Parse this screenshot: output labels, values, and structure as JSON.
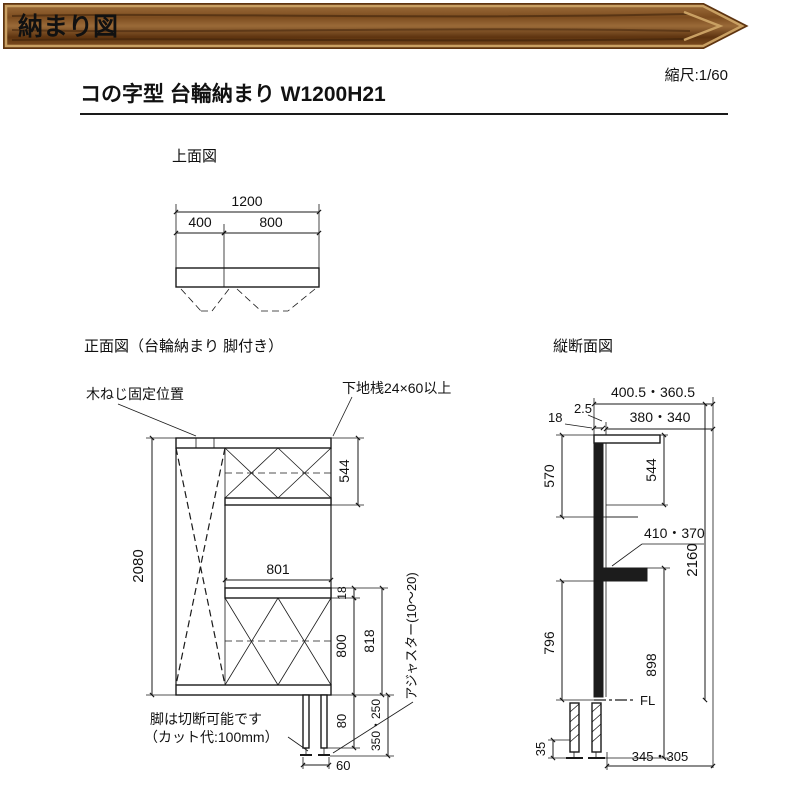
{
  "banner": {
    "title": "納まり図",
    "border_color": "#c9a063",
    "wood_dark": "#5e3410",
    "wood_mid": "#7c4c1f",
    "wood_light": "#9a6a38",
    "text_color": "#ffffff"
  },
  "header": {
    "title": "コの字型 台輪納まり W1200H21",
    "scale": "縮尺:1/60"
  },
  "top_view": {
    "label": "上面図",
    "dim_total_width": "1200",
    "dim_left_width": "400",
    "dim_right_width": "800"
  },
  "front_view": {
    "label": "正面図（台輪納まり 脚付き）",
    "note_screw_position": "木ねじ固定位置",
    "note_base_batten": "下地桟24×60以上",
    "note_leg_cut_line1": "脚は切断可能です",
    "note_leg_cut_line2": "（カット代:100mm）",
    "note_adjuster": "アジャスター(10～20)",
    "dim_total_height": "2080",
    "dim_upper_box": "544",
    "dim_opening": "801",
    "dim_shelf_thickness": "18",
    "dim_lower_box": "800",
    "dim_lower_total": "818",
    "dim_leg_height": "80",
    "dim_leg_adjust_range": "350・250",
    "dim_leg_width": "60"
  },
  "section_view": {
    "label": "縦断面図",
    "dim_total_depth": "400.5・360.5",
    "dim_panel_thickness": "18",
    "dim_gap": "2.5",
    "dim_inner_depth": "380・340",
    "dim_upper_left": "570",
    "dim_upper_right": "544",
    "dim_mid_depth": "410・370",
    "dim_total_height": "2160",
    "dim_lower_left": "796",
    "dim_lower_right": "898",
    "floor_line": "FL",
    "dim_leg_depth": "35",
    "dim_leg_position": "345・305"
  }
}
